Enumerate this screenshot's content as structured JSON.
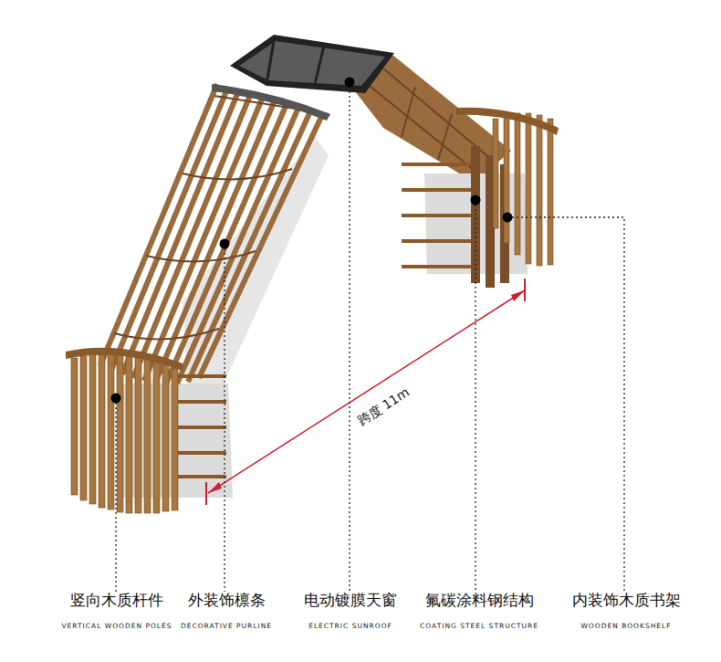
{
  "diagram": {
    "labels": [
      "跨度 11m",
      "竖向木质杆件",
      "VERTICAL WOODEN POLES",
      "外装饰檩条",
      "DECORATIVE PURLINE",
      "电动镀膜天窗",
      "ELECTRIC SUNROOF",
      "氟碳涂料钢结构",
      "COATING STEEL STRUCTURE",
      "内装饰木质书架",
      "WOODEN BOOKSHELF"
    ]
  }
}
